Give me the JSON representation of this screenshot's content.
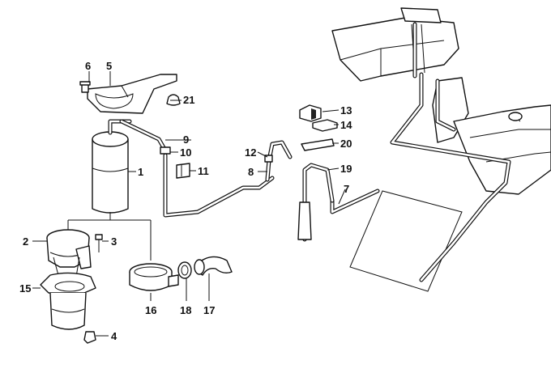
{
  "colors": {
    "ink": "#111111",
    "paper": "#ffffff"
  },
  "callouts": {
    "c1": "1",
    "c2": "2",
    "c3": "3",
    "c4": "4",
    "c5": "5",
    "c6": "6",
    "c7": "7",
    "c8": "8",
    "c9": "9",
    "c10": "10",
    "c11": "11",
    "c12": "12",
    "c13": "13",
    "c14": "14",
    "c15": "15",
    "c16": "16",
    "c17": "17",
    "c18": "18",
    "c19": "19",
    "c20": "20",
    "c21": "21"
  }
}
